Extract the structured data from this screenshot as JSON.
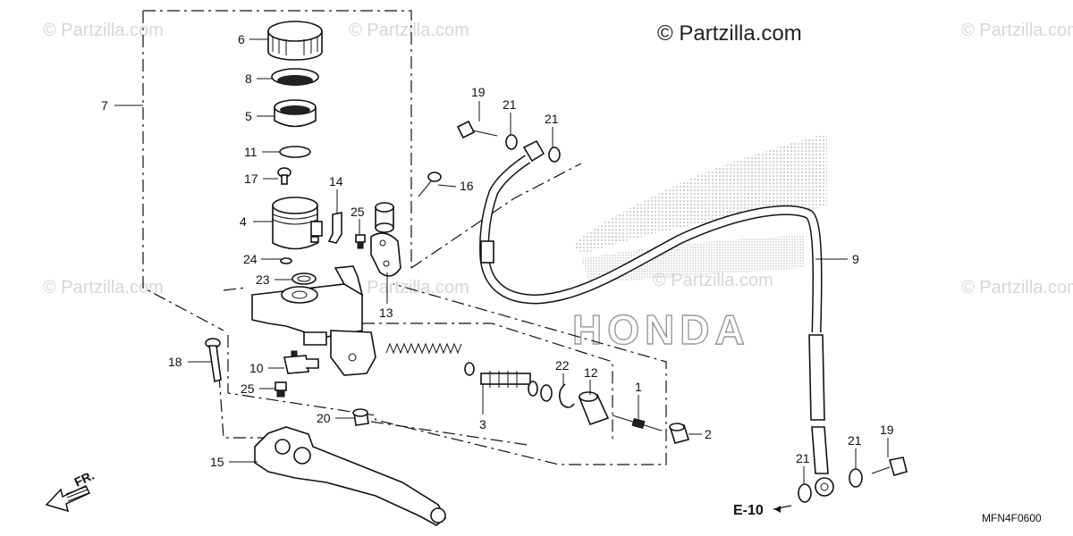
{
  "watermarks": {
    "main": "© Partzilla.com",
    "faint": "© Partzilla.com"
  },
  "diagram_code": "MFN4F0600",
  "brand_watermark": "HONDA",
  "direction_label": "FR.",
  "reference_label": "E-10",
  "callouts": {
    "p1": "1",
    "p2": "2",
    "p3": "3",
    "p4": "4",
    "p5": "5",
    "p6": "6",
    "p7": "7",
    "p8": "8",
    "p9": "9",
    "p10": "10",
    "p11": "11",
    "p12": "12",
    "p13": "13",
    "p14": "14",
    "p15": "15",
    "p16": "16",
    "p17": "17",
    "p18": "18",
    "p19a": "19",
    "p19b": "19",
    "p20": "20",
    "p21a": "21",
    "p21b": "21",
    "p21c": "21",
    "p21d": "21",
    "p22": "22",
    "p23": "23",
    "p24": "24",
    "p25a": "25",
    "p25b": "25"
  }
}
